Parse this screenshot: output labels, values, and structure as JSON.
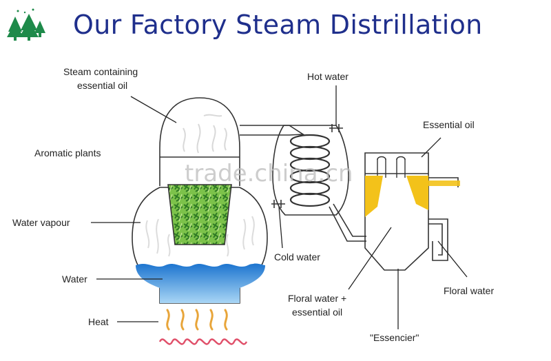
{
  "title": "Our Factory Steam Distrillation",
  "watermark": "trade.china.cn",
  "logo": {
    "icon": "pine-trees-icon",
    "color": "#1e8a4a"
  },
  "labels": {
    "steam_containing": [
      "Steam containing",
      "essential oil"
    ],
    "aromatic_plants": "Aromatic plants",
    "water_vapour": "Water vapour",
    "water": "Water",
    "heat": "Heat",
    "hot_water": "Hot water",
    "cold_water": "Cold water",
    "essential_oil": "Essential oil",
    "floral_water_plus": [
      "Floral water +",
      "essential oil"
    ],
    "floral_water": "Floral water",
    "essencier": "\"Essencier\""
  },
  "colors": {
    "title": "#1f2f8c",
    "water": "#3a8fd8",
    "plants": "#5cae3c",
    "oil": "#f3c21a",
    "heat_wave": "#e8a53a",
    "heat_coil": "#e0506a",
    "condenser_top": "#f0b8e0",
    "condenser_bottom": "#bfe0f5"
  }
}
